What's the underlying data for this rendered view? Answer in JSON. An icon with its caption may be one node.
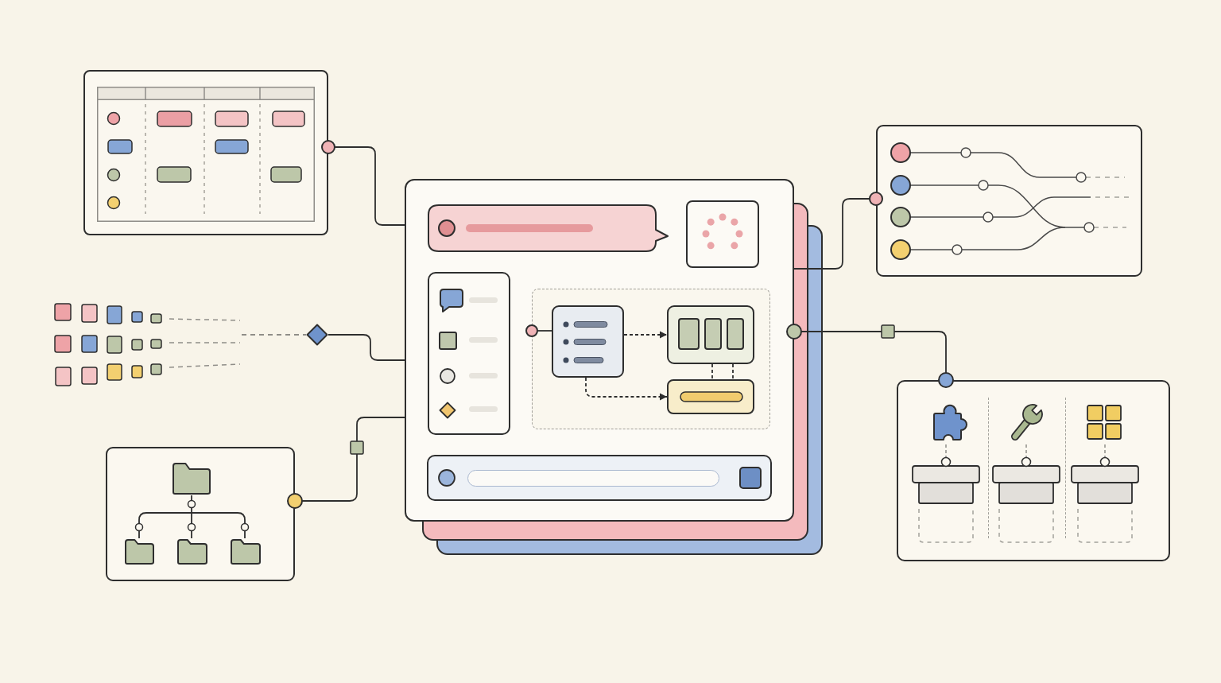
{
  "diagram": {
    "nodes": [
      {
        "text": [],
        "shape": "box"
      },
      {
        "text": [],
        "shape": "box"
      },
      {
        "text": [],
        "shape": "box",
        "in": 1
      },
      {
        "text": [],
        "shape": "box",
        "in": 2
      },
      {
        "text": [],
        "shape": "box",
        "in": 2
      },
      {
        "text": [],
        "shape": "box",
        "in": 2
      },
      {
        "text": [],
        "shape": "box"
      },
      {
        "text": [],
        "shape": "picture"
      },
      {
        "text": [],
        "shape": "diamond"
      },
      {
        "text": [],
        "shape": "box"
      },
      {
        "text": [],
        "shape": "box"
      },
      {
        "text": [],
        "shape": "folder",
        "in": 10
      },
      {
        "text": [],
        "shape": "folder",
        "in": 10
      },
      {
        "text": [],
        "shape": "folder",
        "in": 10
      },
      {
        "text": [],
        "shape": "folder",
        "in": 10
      }
    ],
    "edges": [
      {
        "from": 0,
        "to": 1,
        "arrow": "other"
      },
      {
        "from": 7,
        "to": 8,
        "arrow": "none",
        "style": "dashed",
        "color": "#8f8d88"
      },
      {
        "from": 8,
        "to": 1,
        "arrow": "none"
      },
      {
        "from": 10,
        "to": 1,
        "arrow": "other"
      },
      {
        "from": 1,
        "to": 6,
        "arrow": "other"
      },
      {
        "from": 1,
        "to": 9,
        "arrow": "other"
      },
      {
        "from": 2,
        "to": 3,
        "arrow": "other"
      },
      {
        "from": 3,
        "to": 4,
        "arrow": "to",
        "style": "dashed"
      },
      {
        "from": 3,
        "to": 5,
        "arrow": "to",
        "style": "dashed"
      },
      {
        "from": 4,
        "to": 5,
        "arrow": "none",
        "style": "dashed"
      },
      {
        "from": 4,
        "to": 5,
        "arrow": "none",
        "style": "dashed"
      },
      {
        "from": 11,
        "to": 12,
        "arrow": "other"
      },
      {
        "from": 11,
        "to": 13,
        "arrow": "other"
      },
      {
        "from": 11,
        "to": 14,
        "arrow": "other"
      }
    ]
  }
}
